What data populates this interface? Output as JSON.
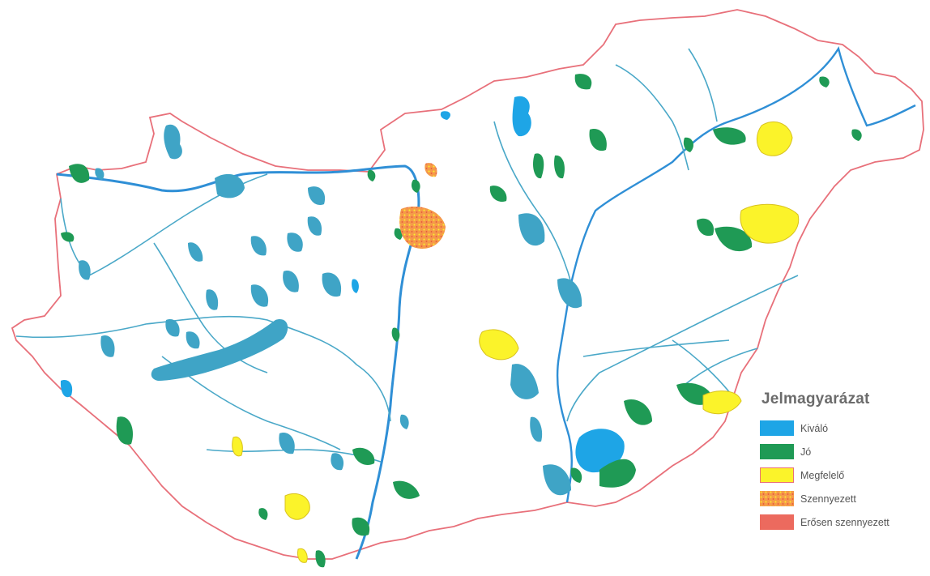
{
  "colors": {
    "border": "#e8707a",
    "river": "#3a9ad6",
    "river_secondary": "#4aa8c8",
    "kivalo": "#1ea5e6",
    "jo": "#1f9a55",
    "megfelelo": "#fbf32a",
    "szennyezett": "#f59a4a",
    "erosen_szennyezett": "#ec6a5e",
    "teal_lake": "#3fa4c6"
  },
  "legend": {
    "title": "Jelmagyarázat",
    "items": [
      {
        "label": "Kiváló",
        "color": "#1ea5e6",
        "pattern": "solid"
      },
      {
        "label": "Jó",
        "color": "#1f9a55",
        "pattern": "solid"
      },
      {
        "label": "Megfelelő",
        "color": "#fbf32a",
        "pattern": "solid-outline"
      },
      {
        "label": "Szennyezett",
        "color": "#f59a4a",
        "pattern": "speckled"
      },
      {
        "label": "Erősen szennyezett",
        "color": "#ec6a5e",
        "pattern": "solid"
      }
    ]
  }
}
